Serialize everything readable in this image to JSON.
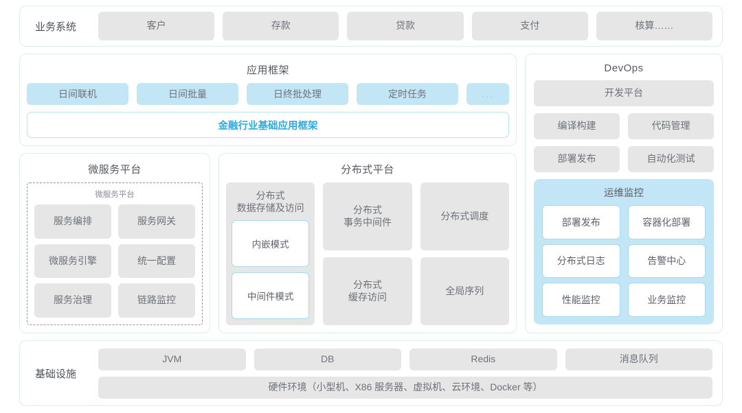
{
  "business": {
    "label": "业务系统",
    "items": [
      "客户",
      "存款",
      "贷款",
      "支付",
      "核算……"
    ]
  },
  "app_framework": {
    "title": "应用框架",
    "chips": [
      "日间联机",
      "日间批量",
      "日终批处理",
      "定时任务"
    ],
    "ellipsis": "...",
    "foundation_bar": "金融行业基础应用框架",
    "accent_color": "#2eaae0",
    "chip_color": "#c3e6f7"
  },
  "microservice": {
    "title": "微服务平台",
    "inner_title": "微服务平台",
    "items": [
      "服务编排",
      "服务网关",
      "微服务引擎",
      "统一配置",
      "服务治理",
      "链路监控"
    ]
  },
  "distributed": {
    "title": "分布式平台",
    "storage": {
      "title": "分布式\n数据存储及访问",
      "title_line1": "分布式",
      "title_line2": "数据存储及访问",
      "modes": [
        "内嵌模式",
        "中间件模式"
      ]
    },
    "cells": [
      {
        "line1": "分布式",
        "line2": "事务中间件"
      },
      {
        "line1": "分布式调度",
        "line2": ""
      },
      {
        "line1": "分布式",
        "line2": "缓存访问"
      },
      {
        "line1": "全局序列",
        "line2": ""
      }
    ]
  },
  "devops": {
    "title": "DevOps",
    "platform": "开发平台",
    "pairs": [
      [
        "编译构建",
        "代码管理"
      ],
      [
        "部署发布",
        "自动化测试"
      ]
    ],
    "ops": {
      "title": "运维监控",
      "items": [
        "部署发布",
        "容器化部署",
        "分布式日志",
        "告警中心",
        "性能监控",
        "业务监控"
      ],
      "bg_color": "#c3e6f7"
    }
  },
  "infrastructure": {
    "label": "基础设施",
    "items": [
      "JVM",
      "DB",
      "Redis",
      "消息队列"
    ],
    "hardware": "硬件环境（小型机、X86 服务器、虚拟机、云环境、Docker 等）"
  }
}
